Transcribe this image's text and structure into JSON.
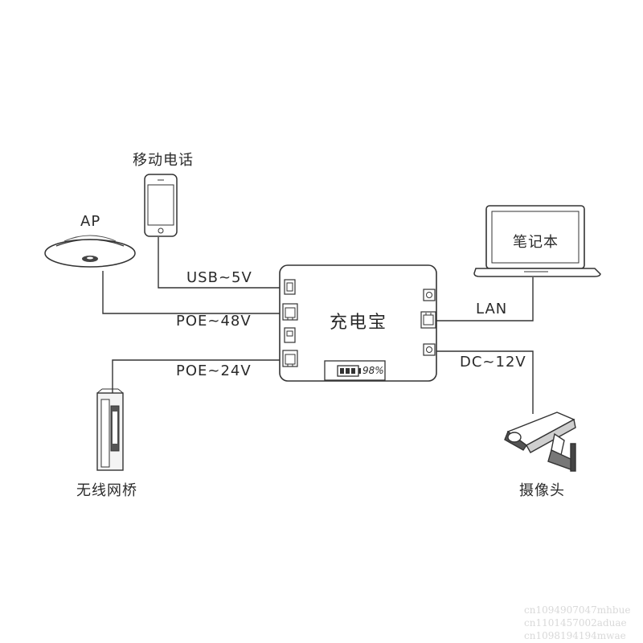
{
  "devices": {
    "phone": "移动电话",
    "ap": "AP",
    "laptop": "笔记本",
    "bridge": "无线网桥",
    "camera": "摄像头"
  },
  "hub": {
    "title": "充电宝",
    "battery": "98%"
  },
  "connections": {
    "usb": "USB~5V",
    "poe48": "POE~48V",
    "poe24": "POE~24V",
    "lan": "LAN",
    "dc": "DC~12V"
  },
  "watermark": [
    "cn1094907047mhbue",
    "cn1101457002aduae",
    "cn1098194194mwae"
  ],
  "colors": {
    "line": "#333333",
    "watermark": "#d9d9d9"
  }
}
